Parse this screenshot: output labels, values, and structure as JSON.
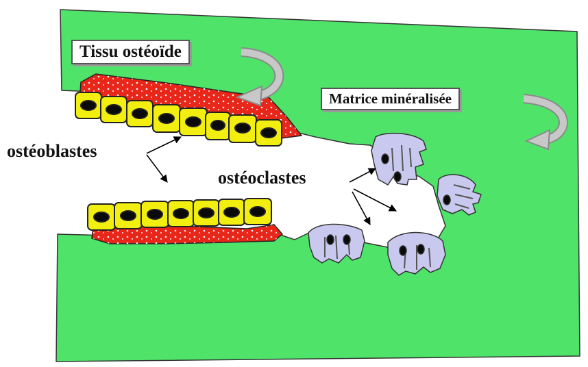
{
  "labels": {
    "tissu_osteoide": "Tissu ostéoïde",
    "matrice_mineralisee": "Matrice minéralisée",
    "osteoblastes": "ostéoblastes",
    "osteoclastes": "ostéoclastes"
  },
  "colors": {
    "bone_matrix": "#4fe36a",
    "osteoid": "#e8261a",
    "osteoblast": "#f2ee10",
    "nucleus": "#0a0a0a",
    "osteoclast": "#c9c8ee",
    "outline": "#222222",
    "arrow": "#b8b8b8"
  },
  "icons": [
    "curved-arrow-icon",
    "pointer-arrow-icon"
  ],
  "counts": {
    "upper_osteoblasts": 8,
    "lower_osteoblasts": 7,
    "osteoclasts": 4
  }
}
